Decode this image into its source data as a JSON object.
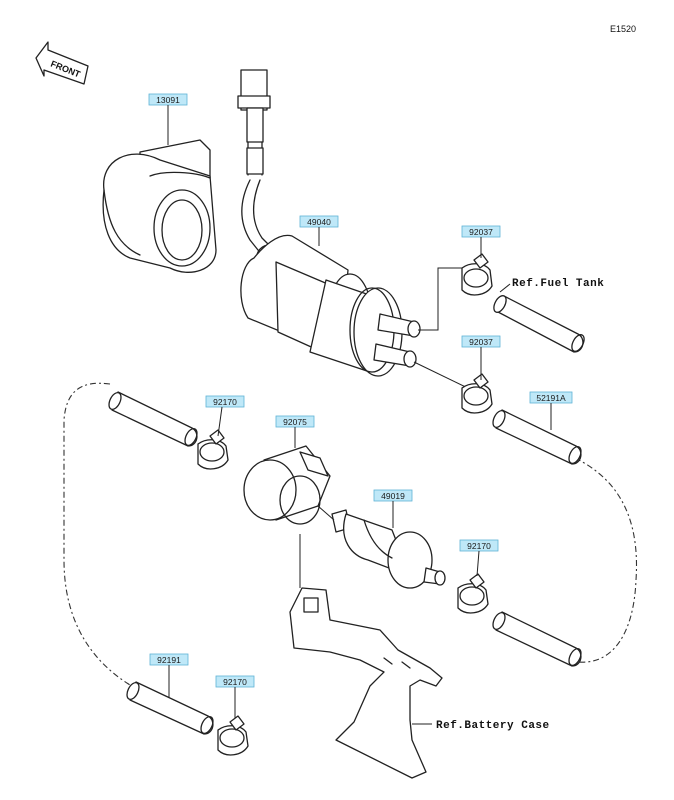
{
  "diagram_code": "E1520",
  "front_label": "FRONT",
  "parts": [
    {
      "id": "p13091",
      "label": "13091"
    },
    {
      "id": "p49040",
      "label": "49040"
    },
    {
      "id": "p92037a",
      "label": "92037"
    },
    {
      "id": "p92037b",
      "label": "92037"
    },
    {
      "id": "p92170a",
      "label": "92170"
    },
    {
      "id": "p92075",
      "label": "92075"
    },
    {
      "id": "p52191a",
      "label": "52191A"
    },
    {
      "id": "p49019",
      "label": "49019"
    },
    {
      "id": "p92170b",
      "label": "92170"
    },
    {
      "id": "p92191",
      "label": "92191"
    },
    {
      "id": "p92170c",
      "label": "92170"
    }
  ],
  "references": {
    "fuel_tank": "Ref.Fuel Tank",
    "battery_case": "Ref.Battery Case"
  }
}
